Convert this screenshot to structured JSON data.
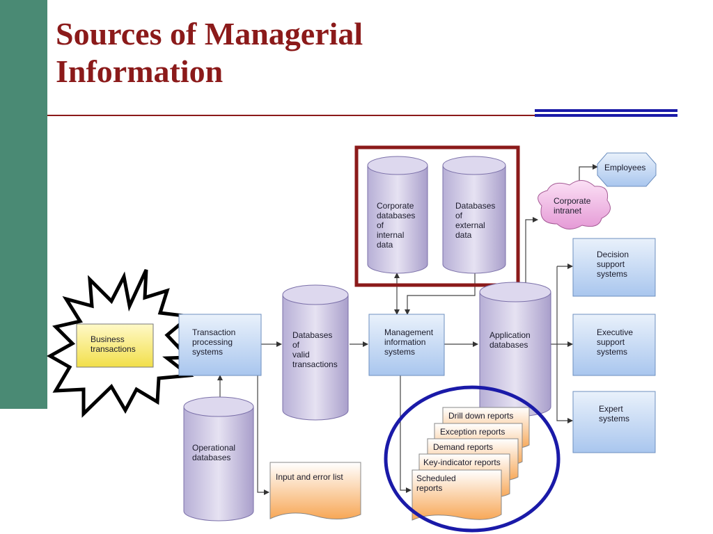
{
  "title": {
    "line1": "Sources of Managerial",
    "line2": "Information"
  },
  "colors": {
    "title": "#8b1a1a",
    "sidebar": "#4a8a74",
    "accent_blue": "#1a1aa8",
    "box_fill": "#cfe0f5",
    "db_fill": "#c9c3df",
    "report_fill": "#f7b46a"
  },
  "nodes": {
    "business_transactions": [
      "Business",
      "transactions"
    ],
    "tps": [
      "Transaction",
      "processing",
      "systems"
    ],
    "valid_db": [
      "Databases",
      "of",
      "valid",
      "transactions"
    ],
    "operational_db": [
      "Operational",
      "databases"
    ],
    "input_error": [
      "Input and error list"
    ],
    "corp_db": [
      "Corporate",
      "databases",
      "of",
      "internal",
      "data"
    ],
    "external_db": [
      "Databases",
      "of",
      "external",
      "data"
    ],
    "mis": [
      "Management",
      "information",
      "systems"
    ],
    "app_db": [
      "Application",
      "databases"
    ],
    "intranet": [
      "Corporate",
      "intranet"
    ],
    "employees": [
      "Employees"
    ],
    "dss": [
      "Decision",
      "support",
      "systems"
    ],
    "ess": [
      "Executive",
      "support",
      "systems"
    ],
    "expert": [
      "Expert",
      "systems"
    ]
  },
  "reports": [
    [
      "Drill down reports"
    ],
    [
      "Exception reports"
    ],
    [
      "Demand reports"
    ],
    [
      "Key-indicator reports"
    ],
    [
      "Scheduled",
      "reports"
    ]
  ]
}
